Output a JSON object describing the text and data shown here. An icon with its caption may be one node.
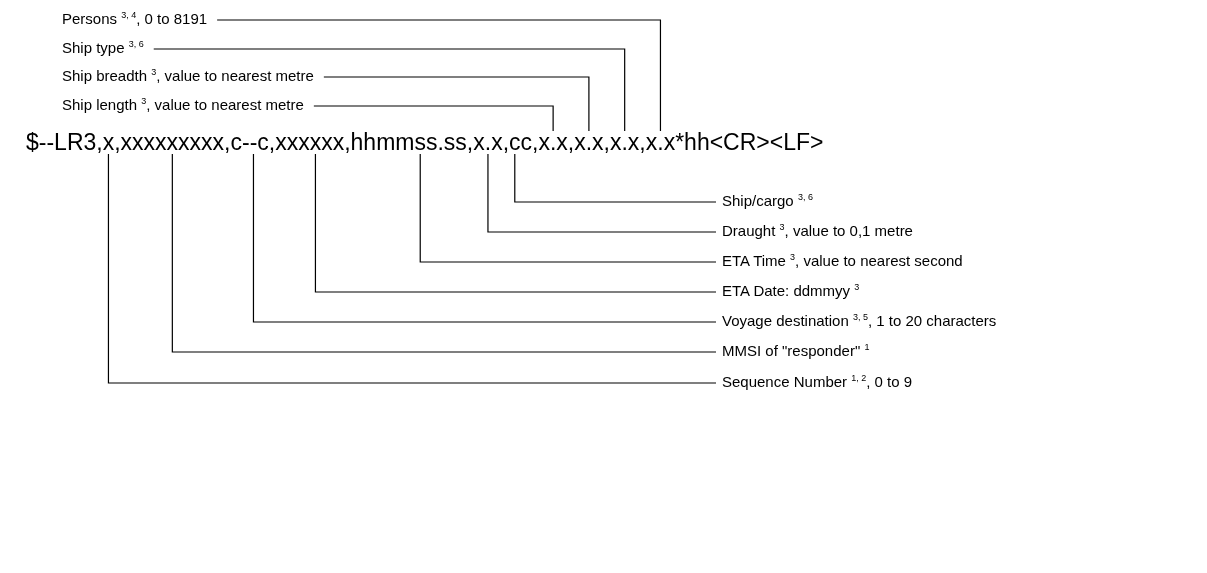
{
  "diagram": {
    "nodes": [
      {
        "text": [
          "Persons $^{3, 4}$, 0 to 8191"
        ]
      },
      {
        "text": [
          "Ship type $^{3, 6}$"
        ]
      },
      {
        "text": [
          "Ship breadth $^{3}$, value to nearest metre"
        ]
      },
      {
        "text": [
          "Ship length $^{3}$, value to nearest metre"
        ]
      },
      {
        "text": [
          "$--LR3,x,xxxxxxxxx,c--c,xxxxxx,hhmmss.ss,x.x,cc,x.x,x.x,x.x,x.x*hh<CR><LF>"
        ]
      },
      {
        "text": [
          "Ship/cargo $^{3, 6}$"
        ]
      },
      {
        "text": [
          "Draught $^{3}$, value to 0,1 metre"
        ]
      },
      {
        "text": [
          "ETA Time $^{3}$, value to nearest second"
        ]
      },
      {
        "text": [
          "ETA Date: ddmmyy $^{3}$"
        ]
      },
      {
        "text": [
          "Voyage destination $^{3, 5}$, 1 to 20 characters"
        ]
      },
      {
        "text": [
          "MMSI of \"responder\" $^{1}$"
        ]
      },
      {
        "text": [
          "Sequence Number $^{1, 2}$, 0 to 9"
        ]
      }
    ],
    "edges": [
      {
        "from": 0,
        "to": 4,
        "arrow": "none"
      },
      {
        "from": 1,
        "to": 4,
        "arrow": "none"
      },
      {
        "from": 2,
        "to": 4,
        "arrow": "none"
      },
      {
        "from": 3,
        "to": 4,
        "arrow": "none"
      },
      {
        "from": 5,
        "to": 4,
        "arrow": "none"
      },
      {
        "from": 6,
        "to": 4,
        "arrow": "none"
      },
      {
        "from": 7,
        "to": 4,
        "arrow": "none"
      },
      {
        "from": 8,
        "to": 4,
        "arrow": "none"
      },
      {
        "from": 9,
        "to": 4,
        "arrow": "none"
      },
      {
        "from": 10,
        "to": 4,
        "arrow": "none"
      },
      {
        "from": 11,
        "to": 4,
        "arrow": "none"
      }
    ]
  }
}
